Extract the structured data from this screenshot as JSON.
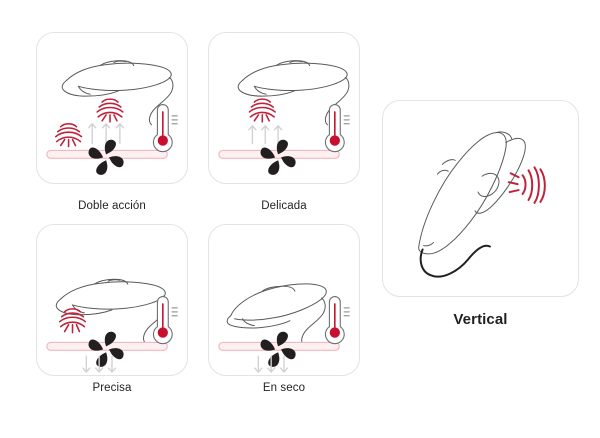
{
  "page": {
    "background_color": "#ffffff",
    "accent_red": "#c8102e",
    "steam_red": "#c0223b",
    "board_pink": "#f2b8bd",
    "line_gray": "#58595b",
    "arrow_gray": "#d2d2d2",
    "card_border": "#e3e3e3",
    "text_color": "#231f20"
  },
  "cards": [
    {
      "id": "doble-accion",
      "label": "Doble acción",
      "bold": false,
      "icons": [
        "iron-icon",
        "steam-burst-icon",
        "steam-burst-icon",
        "up-arrows-icon",
        "fan-icon",
        "board-bar-icon",
        "thermometer-icon"
      ],
      "thermometer_level": "high",
      "airflow": "up"
    },
    {
      "id": "delicada",
      "label": "Delicada",
      "bold": false,
      "icons": [
        "iron-icon",
        "steam-burst-icon",
        "up-arrows-icon",
        "fan-icon",
        "board-bar-icon",
        "thermometer-icon"
      ],
      "thermometer_level": "high",
      "airflow": "up"
    },
    {
      "id": "precisa",
      "label": "Precisa",
      "bold": false,
      "icons": [
        "iron-icon",
        "steam-burst-icon",
        "fan-icon",
        "board-bar-icon",
        "down-arrows-icon",
        "thermometer-icon"
      ],
      "thermometer_level": "high",
      "airflow": "down"
    },
    {
      "id": "en-seco",
      "label": "En seco",
      "bold": false,
      "icons": [
        "iron-icon",
        "fan-icon",
        "board-bar-icon",
        "down-arrows-icon",
        "thermometer-icon"
      ],
      "thermometer_level": "high",
      "airflow": "down"
    },
    {
      "id": "vertical",
      "label": "Vertical",
      "bold": true,
      "icons": [
        "iron-tilted-icon",
        "steam-jet-icon"
      ],
      "thermometer_level": null,
      "airflow": "none"
    }
  ]
}
